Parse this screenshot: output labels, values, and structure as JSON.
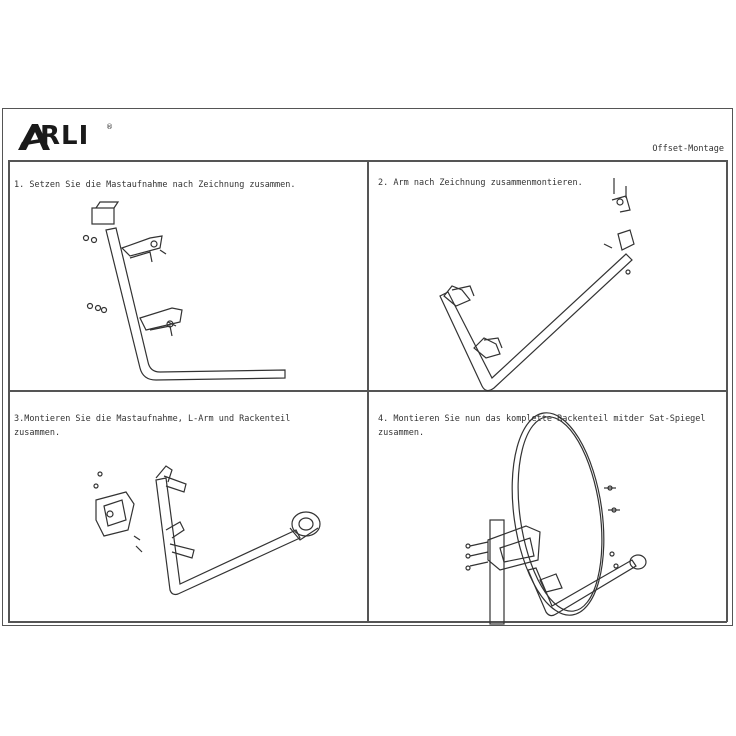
{
  "brand": {
    "name": "RLI",
    "reg_mark": "®"
  },
  "document": {
    "label": "Offset-Montage"
  },
  "steps": [
    {
      "number": "1.",
      "text": "Setzen Sie die Mastaufnahme nach Zeichnung zusammen."
    },
    {
      "number": "2.",
      "text": "Arm nach Zeichnung zusammenmontieren."
    },
    {
      "number": "3.",
      "text": "Montieren Sie die Mastaufnahme, L-Arm und Rackenteil\nzusammen."
    },
    {
      "number": "4.",
      "text": "Montieren Sie nun das komplette Rackenteil mitder Sat-Spiegel\nzusammen."
    }
  ]
}
